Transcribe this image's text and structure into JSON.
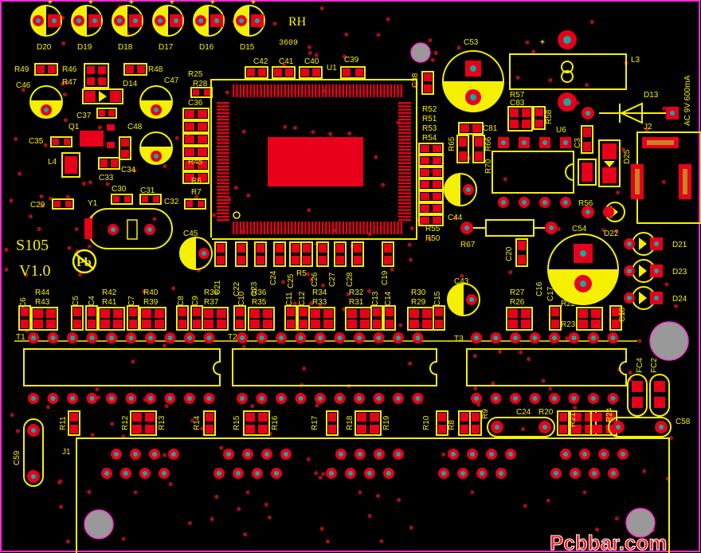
{
  "board": {
    "label_rh": "RH",
    "label_date": "3609",
    "label_model": "S105",
    "label_version": "V1.0",
    "label_power": "AC 9V 600mA",
    "label_plus": "+",
    "label_pb": "Pb",
    "watermark": "Pcbbar.com"
  },
  "leds_top": [
    "D20",
    "D19",
    "D18",
    "D17",
    "D16",
    "D15"
  ],
  "leds_right": [
    "D21",
    "D23",
    "D24"
  ],
  "refs": {
    "U1": "U1",
    "L3": "L3",
    "D13": "D13",
    "J2": "J2",
    "U6": "U6",
    "D25": "D25",
    "R56": "R56",
    "D22": "D22",
    "C53": "C53",
    "R57": "R57",
    "C83": "C83",
    "R58": "R58",
    "C38": "C38",
    "R52": "R52",
    "R51": "R51",
    "R53": "R53",
    "R54": "R54",
    "C81": "C81",
    "R65": "R65",
    "R66": "R66",
    "R70": "R70",
    "C3": "C3",
    "R55": "R55",
    "R50": "R50",
    "C44": "C44",
    "R67": "R67",
    "C54": "C54",
    "C20": "C20",
    "C42": "C42",
    "C41": "C41",
    "C40": "C40",
    "C39": "C39",
    "R49": "R49",
    "R46": "R46",
    "R48": "R48",
    "R47": "R47",
    "C46": "C46",
    "D14": "D14",
    "C47": "C47",
    "C37": "C37",
    "Q1": "Q1",
    "C48": "C48",
    "C35": "C35",
    "L4": "L4",
    "C33": "C33",
    "C34": "C34",
    "R25": "R25",
    "R28": "R28",
    "C36": "C36",
    "R45": "R45",
    "R6": "R6",
    "R7": "R7",
    "C29": "C29",
    "Y1": "Y1",
    "C30": "C30",
    "C31": "C31",
    "C32": "C32",
    "C45": "C45",
    "C21": "C21",
    "C22": "C22",
    "C10": "C10",
    "C23": "C23",
    "C24": "C24",
    "C25": "C25",
    "C26": "C26",
    "C27": "C27",
    "C28": "C28",
    "C19": "C19",
    "C11": "C11",
    "C12": "C12",
    "C13": "C13",
    "C14": "C14",
    "C15": "C15",
    "R5": "R5",
    "C43": "C43",
    "C6": "C6",
    "R44": "R44",
    "R43": "R43",
    "C5": "C5",
    "C4": "C4",
    "R42": "R42",
    "R41": "R41",
    "R40": "R40",
    "R39": "R39",
    "C7": "C7",
    "C8": "C8",
    "C9": "C9",
    "R38": "R38",
    "R37": "R37",
    "R36": "R36",
    "R35": "R35",
    "R34": "R34",
    "R33": "R33",
    "R32": "R32",
    "R31": "R31",
    "R30": "R30",
    "R29": "R29",
    "R27": "R27",
    "R26": "R26",
    "C16": "C16",
    "C17": "C17",
    "R22": "R22",
    "R23": "R23",
    "C18": "C18",
    "T1": "T1",
    "T2": "T2",
    "T3": "T3",
    "FC2": "FC2",
    "FC4": "FC4",
    "R11": "R11",
    "R12": "R12",
    "R13": "R13",
    "R14": "R14",
    "R15": "R15",
    "R16": "R16",
    "R17": "R17",
    "R18": "R18",
    "R19": "R19",
    "R10": "R10",
    "R8": "R8",
    "R9": "R9",
    "C24b": "C24",
    "R20": "R20",
    "R21": "R21",
    "R24": "R24",
    "C58": "C58",
    "C59": "C59",
    "J1": "J1"
  },
  "colors": {
    "board": "#000000",
    "silkscreen": "#f5f000",
    "copper": "#e8001a",
    "drill": "#1aa7a0",
    "via": "#a01018",
    "mount_hole": "#999999",
    "outline": "#ff2ad4"
  }
}
